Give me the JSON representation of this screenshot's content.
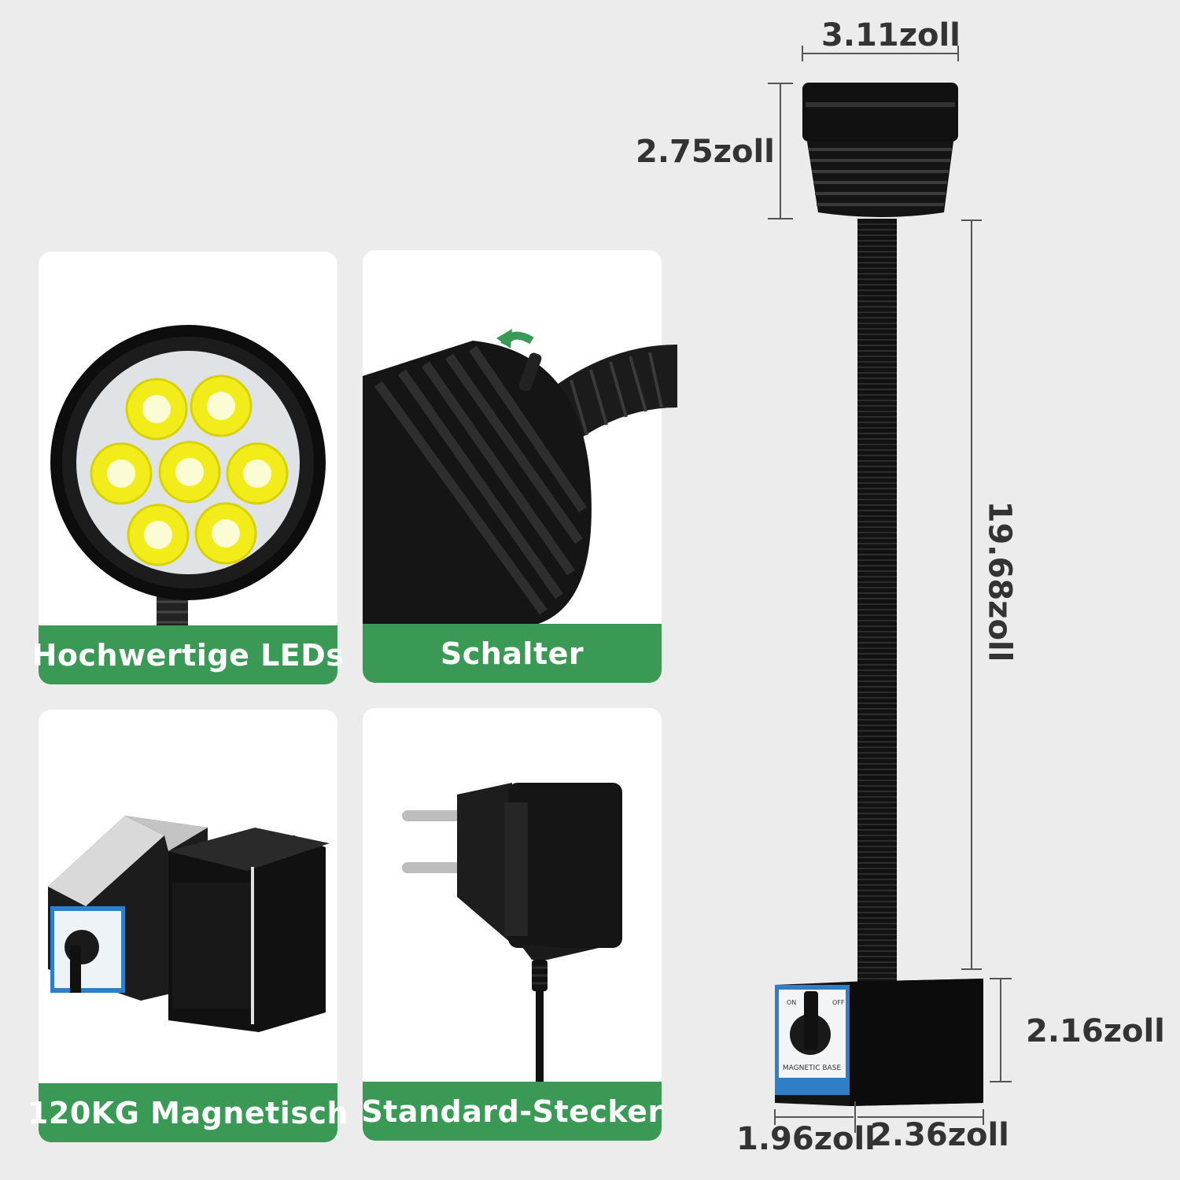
{
  "features": [
    {
      "label": "Hochwertige LEDs"
    },
    {
      "label": "Schalter"
    },
    {
      "label": "120KG Magnetisch"
    },
    {
      "label": "Standard-Stecker"
    }
  ],
  "dimensions": {
    "head_width": "3.11zoll",
    "head_height": "2.75zoll",
    "neck_length": "19.68zoll",
    "base_height": "2.16zoll",
    "base_depth": "1.96zoll",
    "base_width": "2.36zoll"
  },
  "base_plate": {
    "magnetic_base": "MAGNETIC BASE",
    "on": "ON",
    "off": "OFF"
  },
  "colors": {
    "accent_green": "#3a9a55",
    "background": "#ececec",
    "product_black": "#1a1a1a",
    "plate_blue": "#2f7fc8"
  }
}
